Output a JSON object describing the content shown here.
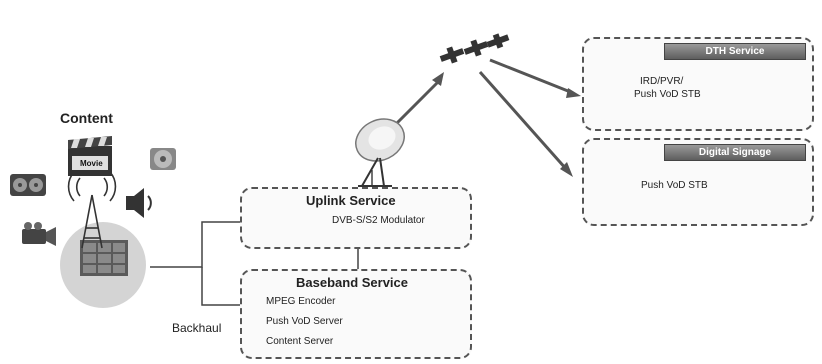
{
  "content": {
    "title": "Content",
    "movie_label": "Movie"
  },
  "backhaul": {
    "label": "Backhaul"
  },
  "uplink": {
    "title": "Uplink Service",
    "modulator": "DVB-S/S2 Modulator"
  },
  "baseband": {
    "title": "Baseband Service",
    "items": [
      "MPEG Encoder",
      "Push VoD Server",
      "Content Server"
    ]
  },
  "dth": {
    "title": "DTH Service",
    "device_label_1": "IRD/PVR/",
    "device_label_2": "Push VoD STB"
  },
  "signage": {
    "title": "Digital Signage",
    "device_label": "Push VoD STB"
  }
}
